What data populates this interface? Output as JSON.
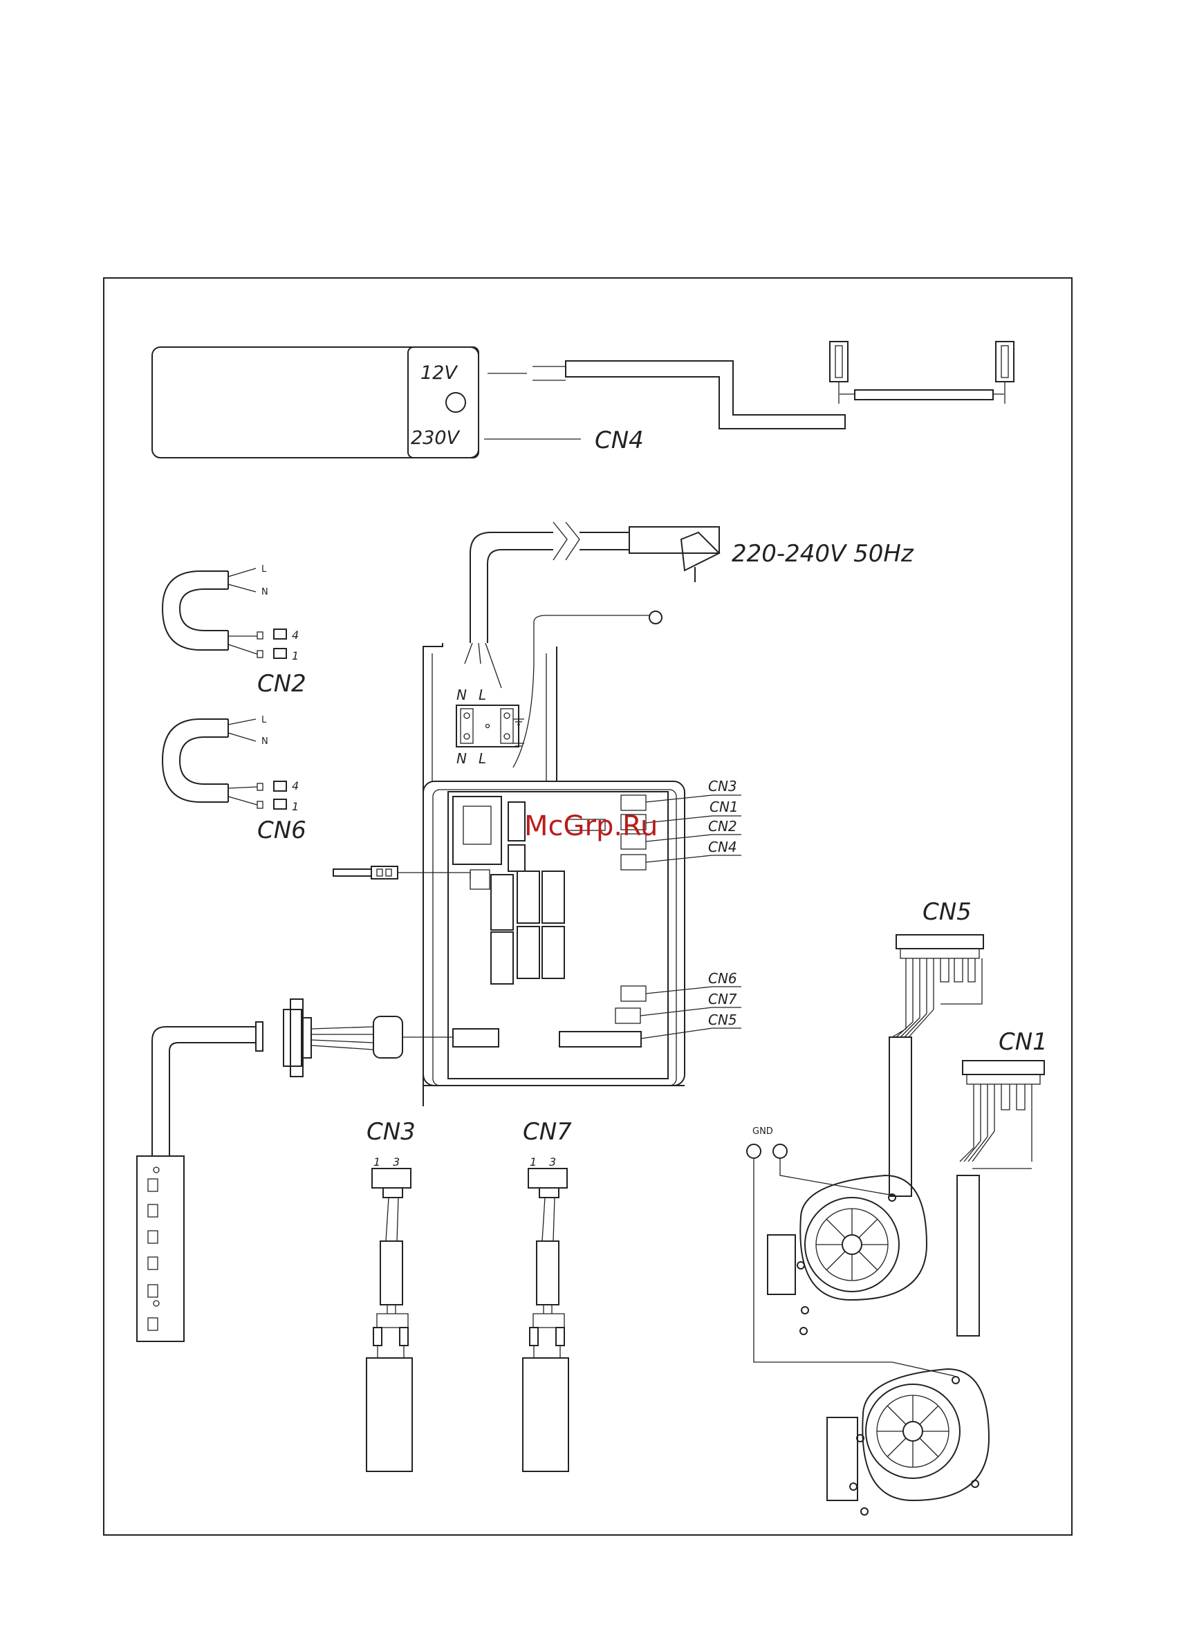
{
  "watermark": "McGrp.Ru",
  "power_supply": {
    "out_label": "12V",
    "in_label": "230V",
    "connector": "CN4"
  },
  "mains": {
    "label": "220-240V 50Hz"
  },
  "terminal_block": {
    "top_n": "N",
    "top_l": "L",
    "bottom_n": "N",
    "bottom_l": "L"
  },
  "board_connectors": [
    "CN3",
    "CN1",
    "CN2",
    "CN4",
    "CN6",
    "CN7",
    "CN5"
  ],
  "cable_cn2": {
    "title": "CN2",
    "wire_l": "L",
    "wire_n": "N",
    "pin_top": "4",
    "pin_bottom": "1"
  },
  "cable_cn6": {
    "title": "CN6",
    "wire_l": "L",
    "wire_n": "N",
    "pin_top": "4",
    "pin_bottom": "1"
  },
  "cap_cn3": {
    "title": "CN3",
    "pin1": "1",
    "pin3": "3"
  },
  "cap_cn7": {
    "title": "CN7",
    "pin1": "1",
    "pin3": "3"
  },
  "motor": {
    "cn5_label": "CN5",
    "cn1_label": "CN1",
    "gnd_label": "GND"
  }
}
